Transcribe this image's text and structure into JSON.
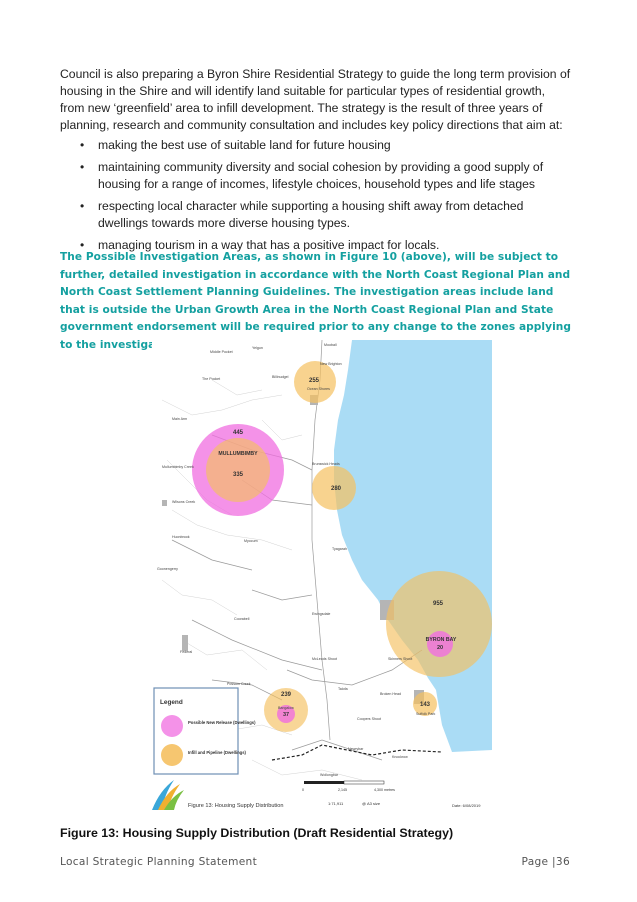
{
  "intro_paragraph": "Council is also preparing a Byron Shire Residential Strategy to guide the long term provision of housing in the Shire and will identify land suitable for particular types of residential growth, from new ‘greenfield’ area to infill development. The strategy is the result of three years of planning, research and community consultation and includes key policy directions that aim at:",
  "bullets": [
    "making the best use of suitable land for future housing",
    "maintaining community diversity and social cohesion by providing a good supply of housing for a range of incomes, lifestyle choices, household types and life stages",
    "respecting local character while supporting a housing shift away from detached dwellings towards more diverse housing types.",
    "managing tourism in a way that has a positive impact for locals."
  ],
  "highlight_paragraph": "The Possible Investigation Areas, as shown in Figure 10 (above), will be subject to further, detailed investigation in accordance with the North Coast Regional Plan and North Coast Settlement Planning Guidelines. The investigation areas include land that is outside the Urban Growth Area in the North Coast Regional Plan and State government endorsement will be required prior to any change to the zones applying to the investigation areas.",
  "map": {
    "colors": {
      "ocean": "#aadcf5",
      "new_release": "#f06ee0",
      "infill": "#f5c060"
    },
    "circle_values": {
      "north": "255",
      "mullumbimby_outer": "445",
      "mullumbimby_inner": "335",
      "central": "280",
      "byron_outer": "955",
      "byron_inner": "20",
      "bangalow_outer": "239",
      "bangalow_inner": "37",
      "suffolk": "143"
    },
    "labels": {
      "mullumbimby": "MULLUMBIMBY",
      "byron_bay": "BYRON BAY",
      "mullumbimby_creek": "Mullumbimby Creek",
      "main_arm": "Main Arm",
      "wilsons_creek": "Wilsons Creek",
      "brunswick_heads": "Brunswick Heads",
      "billinudgel": "Billinudgel",
      "ocean_shores": "Ocean Shores",
      "new_brighton": "New Brighton",
      "mooball": "Mooball",
      "the_pocket": "The Pocket",
      "middle_pocket": "Middle Pocket",
      "yelgun": "Yelgun",
      "tyagarah": "Tyagarah",
      "ewingsdale": "Ewingsdale",
      "myocum": "Myocum",
      "huonbrook": "Huonbrook",
      "coorabell": "Coorabell",
      "federal": "Federal",
      "goonengerry": "Goonengerry",
      "possum_creek": "Possum Creek",
      "mcleods_shoot": "McLeods Shoot",
      "talofa": "Talofa",
      "bangalow": "Bangalow",
      "coopers_shoot": "Coopers Shoot",
      "broken_head": "Broken Head",
      "suffolk_park": "Suffolk Park",
      "skinners_shoot": "Skinners Shoot",
      "newrybar": "Newrybar",
      "knockrow": "Knockrow",
      "nashua": "Nashua",
      "wollongbar": "Wollongbar"
    },
    "legend": {
      "title": "Legend",
      "items": [
        {
          "label": "Possible New Release (Dwellings)"
        },
        {
          "label": "Infill and Pipeline (Dwellings)"
        }
      ]
    },
    "scale_bar": {
      "zero": "0",
      "mid": "2,145",
      "max": "4,300 metres",
      "ratio": "1:71,911",
      "page_size": "@ A3 size"
    },
    "figure_label": "Figure 13: Housing Supply Distribution",
    "date": "Date: 6/08/2019"
  },
  "caption": "Figure 13: Housing Supply Distribution (Draft Residential Strategy)",
  "footer": {
    "left": "Local Strategic Planning Statement",
    "right": "Page |36"
  }
}
